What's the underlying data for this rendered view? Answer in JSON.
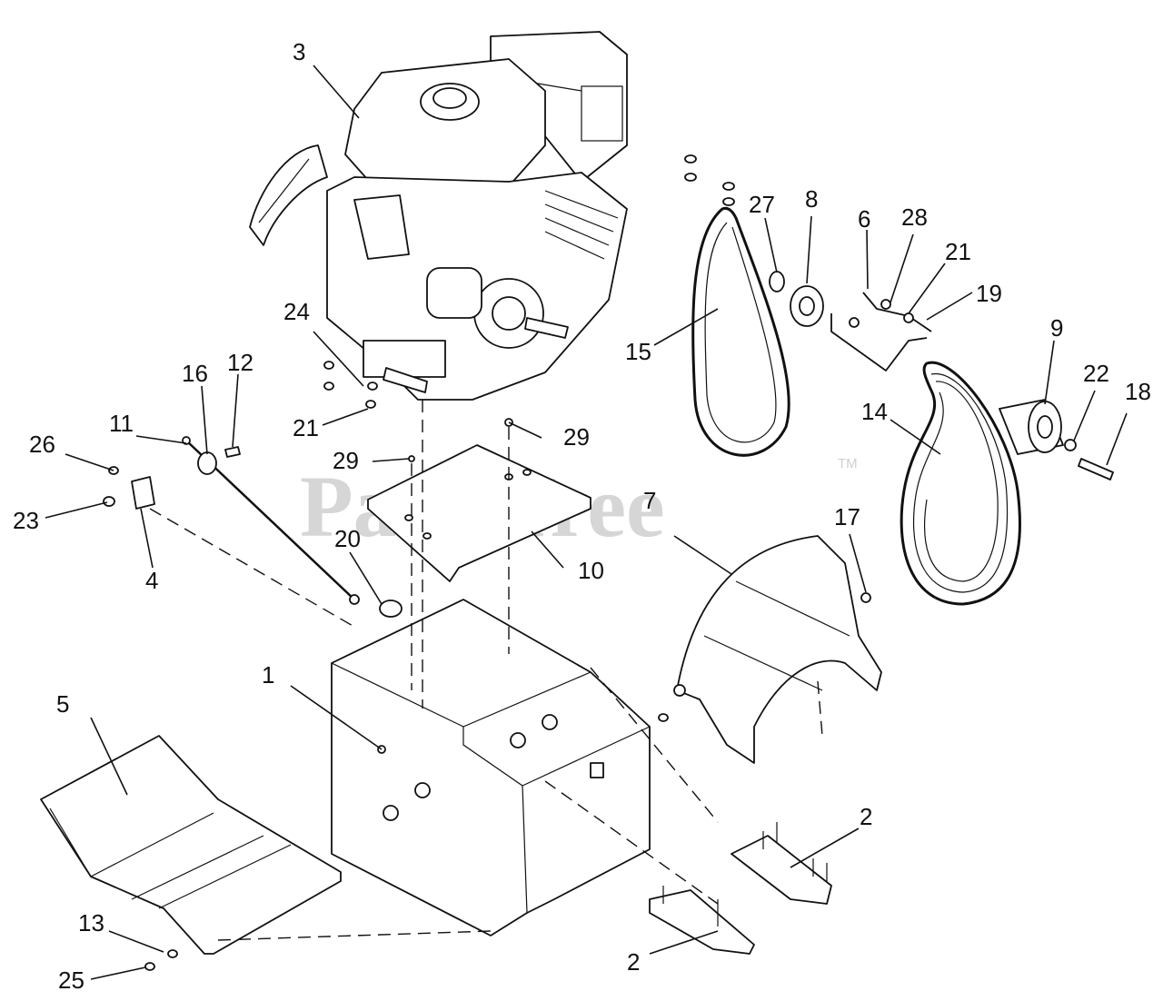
{
  "watermark": {
    "text": "PartsTree",
    "trademark": "TM"
  },
  "callouts": {
    "c1": "1",
    "c2a": "2",
    "c2b": "2",
    "c3": "3",
    "c4": "4",
    "c5": "5",
    "c6": "6",
    "c7": "7",
    "c8": "8",
    "c9": "9",
    "c10": "10",
    "c11": "11",
    "c12": "12",
    "c13": "13",
    "c14": "14",
    "c15": "15",
    "c16": "16",
    "c17": "17",
    "c18": "18",
    "c19": "19",
    "c20": "20",
    "c21a": "21",
    "c21b": "21",
    "c22": "22",
    "c23": "23",
    "c24": "24",
    "c25": "25",
    "c26": "26",
    "c27": "27",
    "c28": "28",
    "c29a": "29",
    "c29b": "29"
  }
}
